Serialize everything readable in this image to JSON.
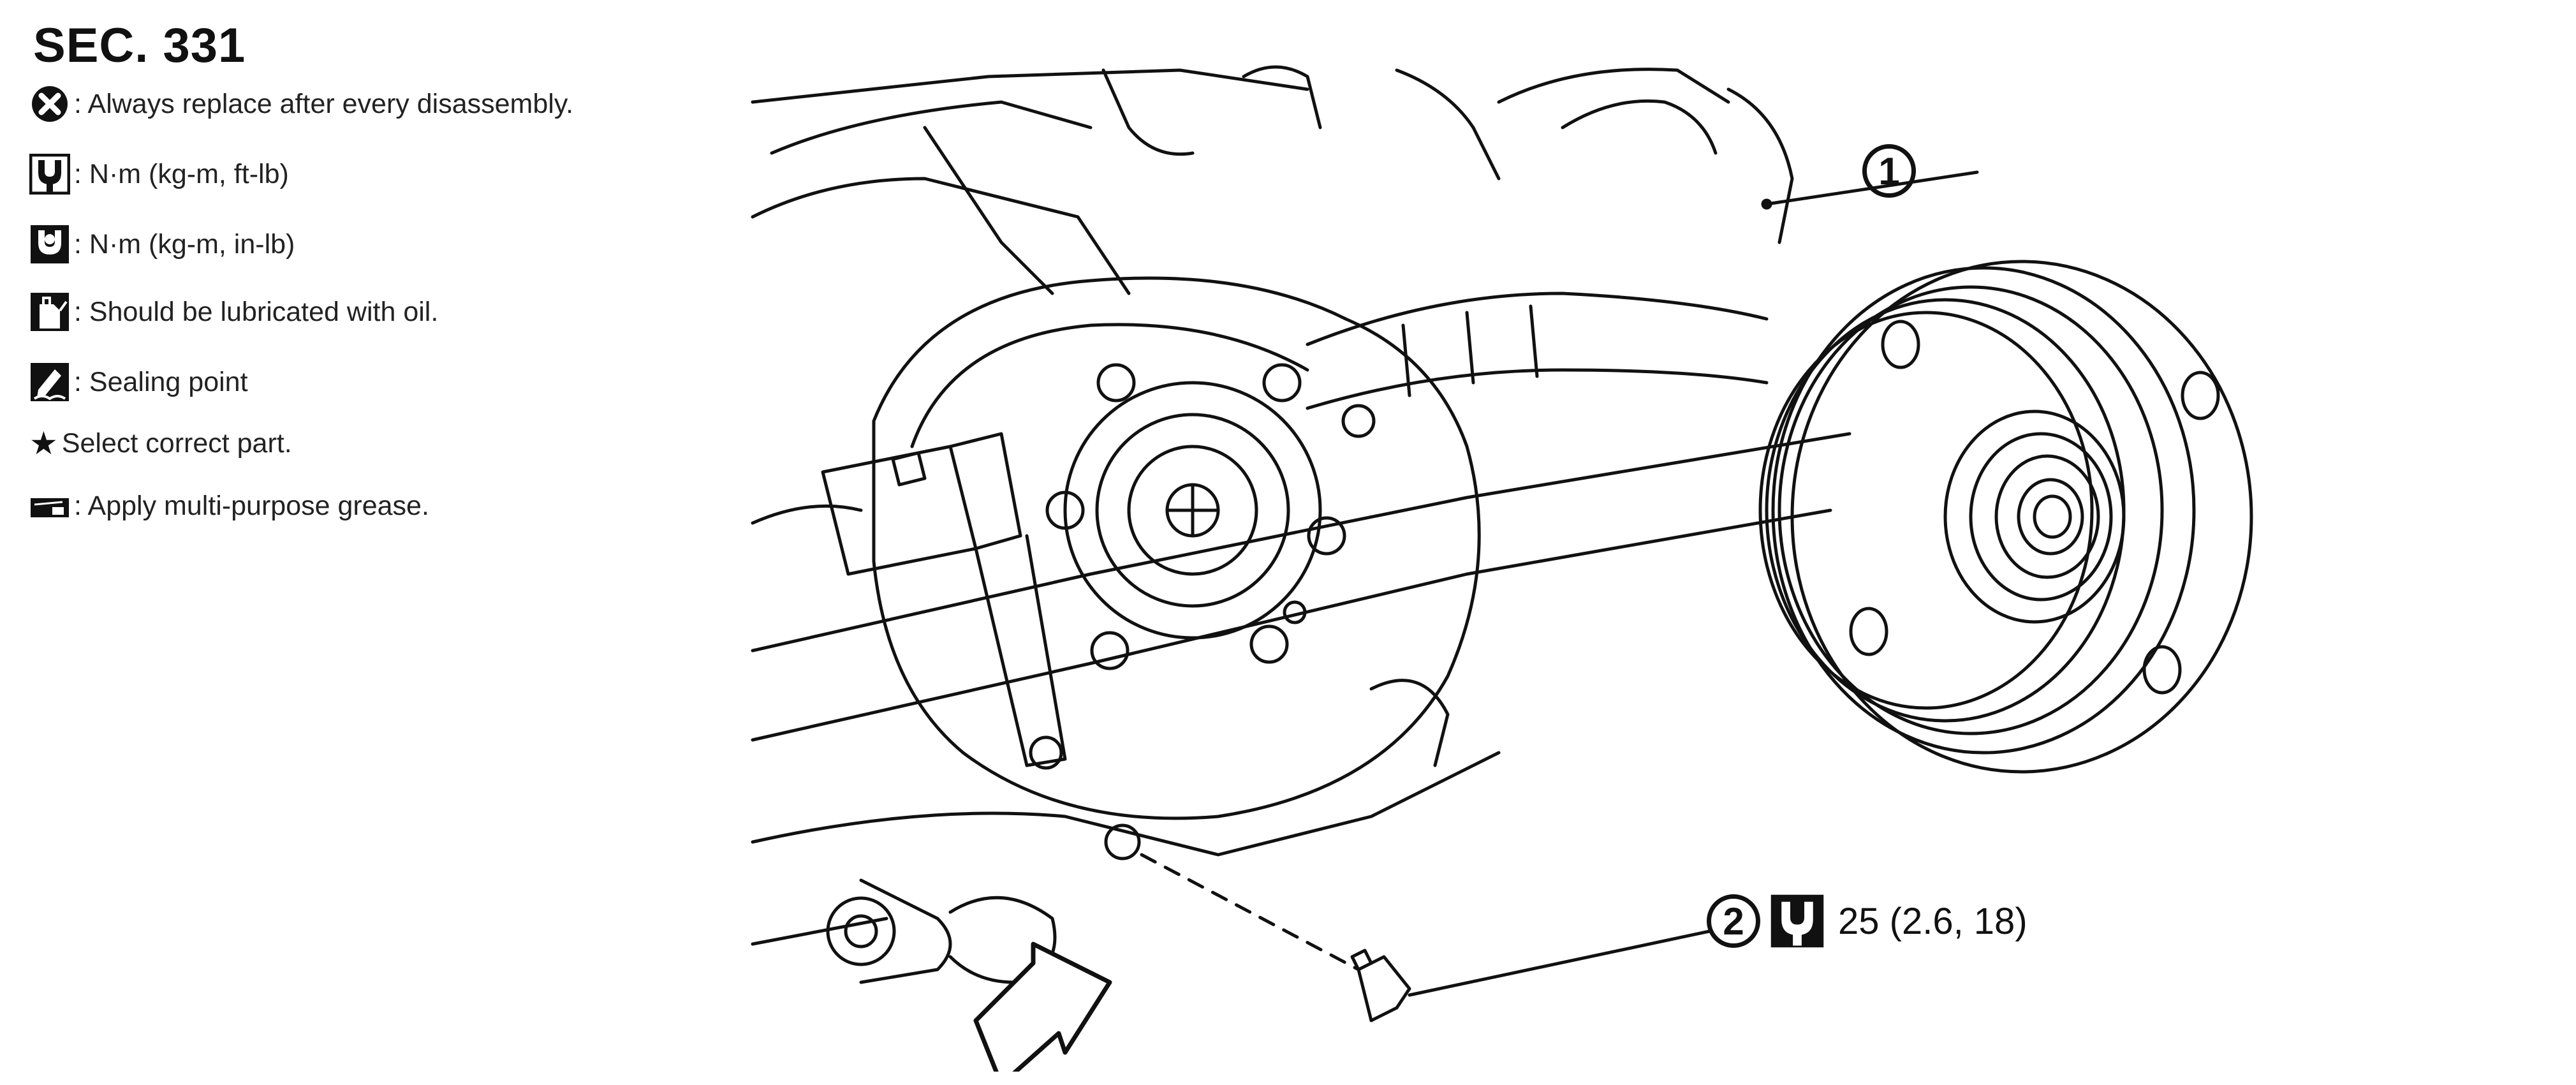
{
  "header": {
    "title": "SEC. 331"
  },
  "legend": [
    {
      "icon": "replace-x-icon",
      "text": ": Always replace after every disassembly."
    },
    {
      "icon": "torque-wrench-icon",
      "text": ": N·m (kg-m, ft-lb)"
    },
    {
      "icon": "torque-wrench-filled-icon",
      "text": ": N·m (kg-m, in-lb)"
    },
    {
      "icon": "oil-can-icon",
      "text": ": Should be lubricated with oil."
    },
    {
      "icon": "sealant-icon",
      "text": ": Sealing point"
    },
    {
      "icon": "star-icon",
      "text": "Select correct part."
    },
    {
      "icon": "grease-icon",
      "text": ": Apply multi-purpose grease."
    }
  ],
  "legend_star": "★",
  "callouts": {
    "part1": {
      "number": "1"
    },
    "part2": {
      "number": "2",
      "torque": "25 (2.6, 18)",
      "icon": "torque-wrench-icon"
    }
  },
  "diagram": {
    "subject": "rear final drive assembly",
    "arrow_icon": "view-direction-arrow-icon"
  }
}
